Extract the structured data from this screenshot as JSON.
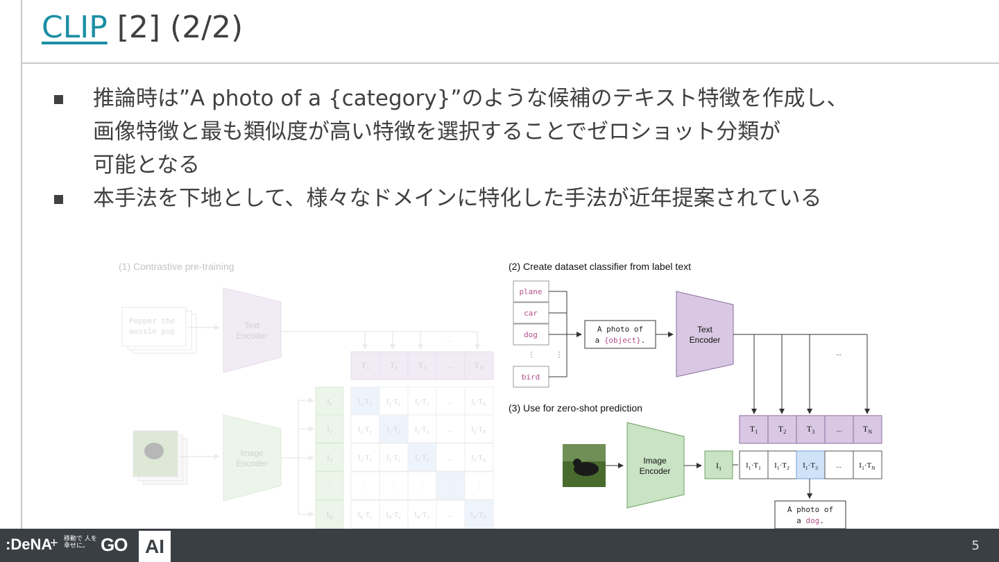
{
  "slide": {
    "title_link": "CLIP",
    "title_rest": " [2] (2/2)",
    "page_number": "5"
  },
  "bullets": [
    {
      "line1": "推論時は”A photo of a {category}”のような候補のテキスト特徴を作成し、",
      "line2": "画像特徴と最も類似度が高い特徴を選択することでゼロショット分類が",
      "line3": "可能となる"
    },
    {
      "line1": "本手法を下地として、様々なドメインに特化した手法が近年提案されている"
    }
  ],
  "figure": {
    "section1_title": "(1) Contrastive pre-training",
    "section2_title": "(2) Create dataset classifier from label text",
    "section3_title": "(3) Use for zero-shot prediction",
    "pretrain_text_line1": "Pepper the",
    "pretrain_text_line2": "aussie pup",
    "text_encoder_line1": "Text",
    "text_encoder_line2": "Encoder",
    "image_encoder_line1": "Image",
    "image_encoder_line2": "Encoder",
    "labels": [
      "plane",
      "car",
      "dog",
      "bird"
    ],
    "prompt_line1": "A photo of",
    "prompt_line2_prefix": "a ",
    "prompt_object": "{object}",
    "prompt_line2_suffix": ".",
    "result_line1": "A photo of",
    "result_line2_prefix": "a ",
    "result_object": "dog",
    "result_line2_suffix": ".",
    "ellipsis": "..."
  },
  "footer": {
    "logo_dena": ":DeNA",
    "logo_plus": "+",
    "logo_go_small": "移動で 人を幸せに。",
    "logo_go": "GO",
    "ai_badge": "AI"
  },
  "colors": {
    "link": "#1a8fa3",
    "footer_bg": "#3a3f44",
    "text_encoder_fill": "#d9c8e3",
    "image_encoder_fill": "#c9e3c4",
    "highlight_cell": "#cfe2f8",
    "label_text": "#b5508a"
  }
}
